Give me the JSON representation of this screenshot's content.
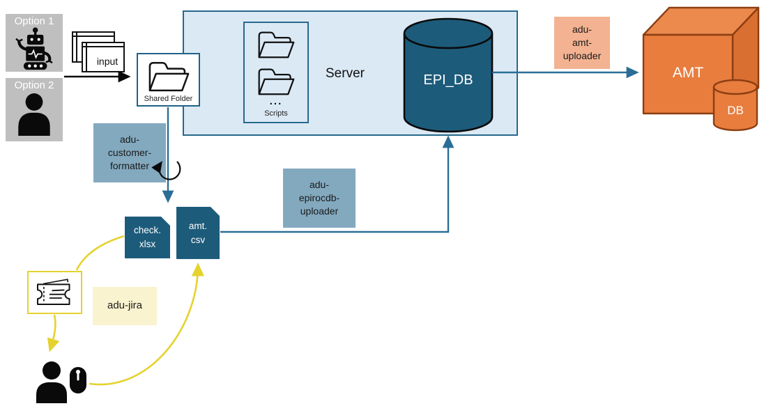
{
  "options": {
    "option1": {
      "label": "Option 1"
    },
    "option2": {
      "label": "Option 2"
    }
  },
  "input_files": {
    "label": "input"
  },
  "shared_folder": {
    "label": "Shared Folder"
  },
  "server": {
    "label": "Server",
    "scripts": {
      "label": "Scripts",
      "more": "..."
    },
    "database": {
      "label": "EPI_DB"
    }
  },
  "tools": {
    "customer_formatter": {
      "lines": [
        "adu-",
        "customer-",
        "formatter"
      ]
    },
    "epirocdb_uploader": {
      "lines": [
        "adu-",
        "epirocdb-",
        "uploader"
      ]
    },
    "amt_uploader": {
      "lines": [
        "adu-",
        "amt-",
        "uploader"
      ]
    },
    "jira": {
      "label": "adu-jira"
    }
  },
  "files": {
    "check_xlsx": {
      "lines": [
        "check.",
        "xlsx"
      ]
    },
    "amt_csv": {
      "lines": [
        "amt.",
        "csv"
      ]
    }
  },
  "amt": {
    "label": "AMT",
    "db_label": "DB"
  },
  "icons": [
    "robot-icon",
    "person-icon",
    "windows-stack-icon",
    "folder-icon",
    "loop-arrow-icon",
    "ticket-icon",
    "user-with-mouse-icon",
    "database-cylinder-icon",
    "cube-icon"
  ],
  "colors": {
    "gray_box": "#bfbfbf",
    "server_fill": "#dbe9f5",
    "server_border": "#26688c",
    "dark_blue": "#1d5b7a",
    "steel_blue_label": "#83a9bf",
    "salmon_label": "#f3b291",
    "jira_yellow": "#faf3cf",
    "arrow_yellow": "#e5d22d",
    "arrow_blue": "#2a6e96",
    "orange": "#e87d3e",
    "orange_dark": "#8c3e12"
  }
}
